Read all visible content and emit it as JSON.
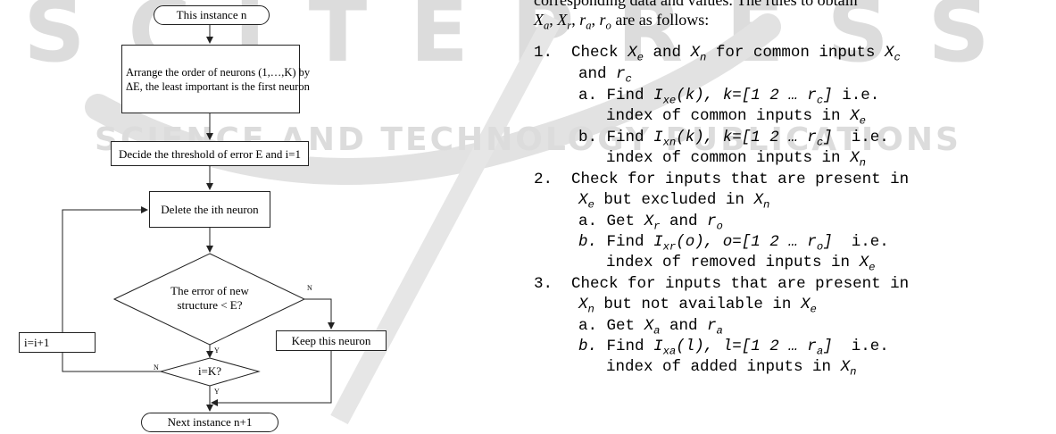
{
  "watermark": {
    "top": "SCITEPRESS",
    "middle": "SCIENCE AND TECHNOLOGY PUBLICATIONS"
  },
  "flowchart": {
    "start": "This instance n",
    "arrange_line1": "Arrange the order of neurons (1,…,K) by",
    "arrange_line2": "ΔE, the least important is the first neuron",
    "decide": "Decide the threshold of error E and i=1",
    "delete": "Delete the ith neuron",
    "diamond1_line1": "The error of new",
    "diamond1_line2": "structure < E?",
    "diamond1_no": "N",
    "diamond1_yes": "Y",
    "keep": "Keep this neuron",
    "increment": "i=i+1",
    "diamond2": "i=K?",
    "diamond2_no": "N",
    "diamond2_yes": "Y",
    "end": "Next instance n+1"
  },
  "text": {
    "top_partial": "corresponding data and values. The rules to obtain",
    "variables_prefix": "X",
    "variables_suffix": "are as follows:",
    "steps": {
      "s1_num": "1.",
      "s1_a": "Check",
      "s1_b": "and",
      "s1_c": "for common inputs",
      "s1_and": "and",
      "s1a_num": "a.",
      "s1a_text": "Find",
      "s1a_arg": "(k), k=[1 2 … r",
      "s1a_close": "]",
      "s1a_ie": "i.e.",
      "s1a_line2": "index of common inputs in",
      "s1b_num": "b.",
      "s1b_text": "Find",
      "s1b_arg": "(k), k=[1 2 … r",
      "s1b_close": "]",
      "s1b_ie": "i.e.",
      "s1b_line2": "index of common inputs in",
      "s2_num": "2.",
      "s2_line1": "Check for inputs that are present in",
      "s2_line2": "but excluded in",
      "s2a_num": "a.",
      "s2a_text": "Get",
      "s2a_and": "and",
      "s2b_num": "b.",
      "s2b_text": "Find",
      "s2b_arg": "(o), o=[1 2 … r",
      "s2b_close": "]",
      "s2b_ie": "i.e.",
      "s2b_line2": "index of removed inputs in",
      "s3_num": "3.",
      "s3_line1": "Check for inputs that are present in",
      "s3_line2": "but not available in",
      "s3a_num": "a.",
      "s3a_text": "Get",
      "s3a_and": "and",
      "s3b_num": "b.",
      "s3b_text": "Find",
      "s3b_arg": "(l), l=[1 2 … r",
      "s3b_close": "]",
      "s3b_ie": "i.e.",
      "s3b_line2": "index of added inputs in"
    }
  }
}
